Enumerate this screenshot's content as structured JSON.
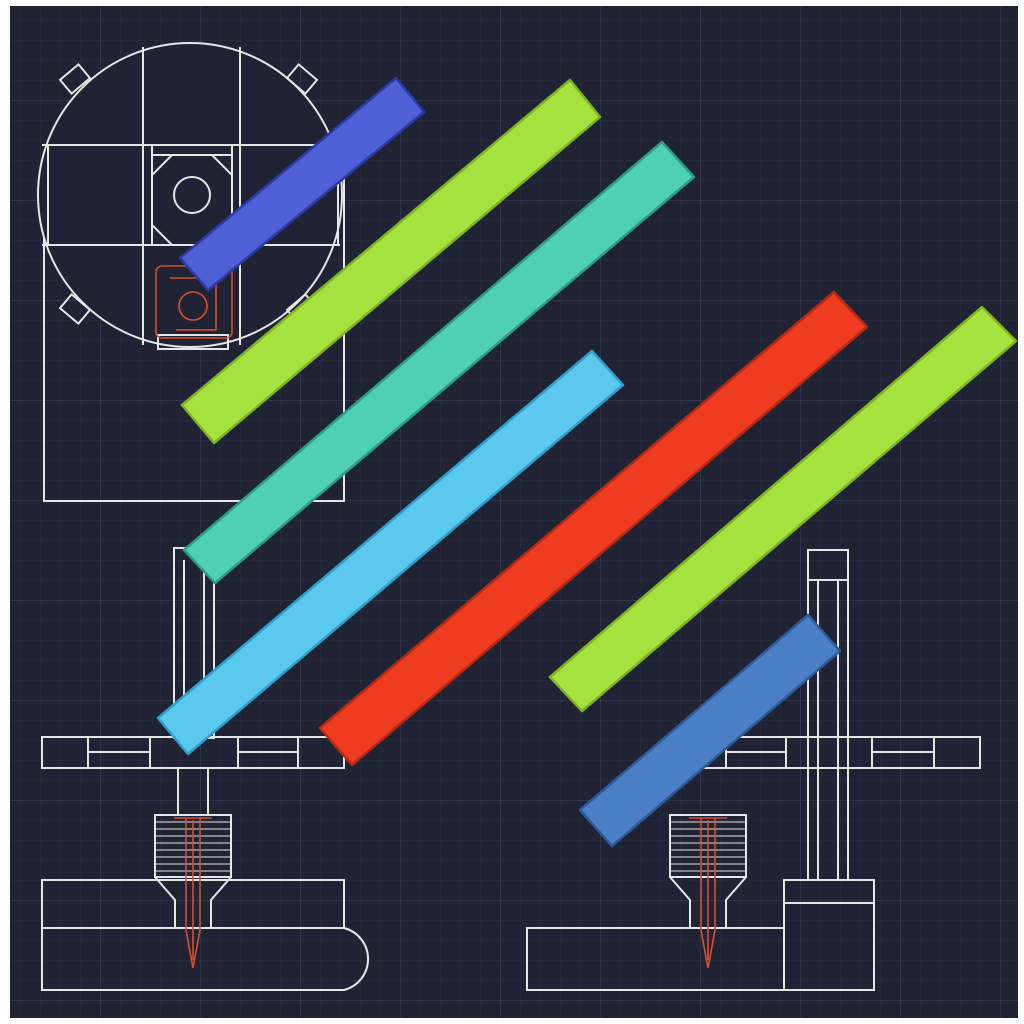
{
  "colors": {
    "frame": "#ffffff",
    "background": "#1f2333",
    "grid_minor": "#2a2f41",
    "grid_major": "#39405a",
    "line": "#e6e6e6",
    "accent_line": "#d8502e"
  },
  "bars": [
    {
      "id": "bar-blue-top",
      "color": "#4f5fd6",
      "edge": "#2c3ba8"
    },
    {
      "id": "bar-lime-1",
      "color": "#a6e23f",
      "edge": "#7fb525"
    },
    {
      "id": "bar-teal",
      "color": "#4fcfb4",
      "edge": "#2e9d86"
    },
    {
      "id": "bar-sky",
      "color": "#5ac8ef",
      "edge": "#2f9fcb"
    },
    {
      "id": "bar-red",
      "color": "#ef3b1f",
      "edge": "#b52a12"
    },
    {
      "id": "bar-lime-2",
      "color": "#a6e23f",
      "edge": "#7fb525"
    },
    {
      "id": "bar-steel-blue",
      "color": "#4a7fc6",
      "edge": "#2d5a99"
    }
  ]
}
